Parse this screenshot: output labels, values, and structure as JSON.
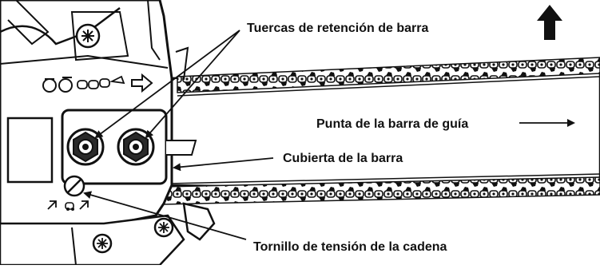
{
  "labels": {
    "retention_nuts": "Tuercas de retención de barra",
    "guide_bar_tip": "Punta de la barra de guía",
    "bar_cover": "Cubierta de la barra",
    "tension_screw": "Tornillo de tensión de la cadena"
  },
  "icons": {
    "direction": "up-arrow-icon",
    "lock_symbols": "lock-unlock-icon",
    "chain_direction": "chain-direction-icon",
    "tension_adjust": "tension-adjust-icon"
  },
  "colors": {
    "ink": "#111111",
    "background": "#ffffff",
    "nut_fill": "#2a2a2a"
  }
}
